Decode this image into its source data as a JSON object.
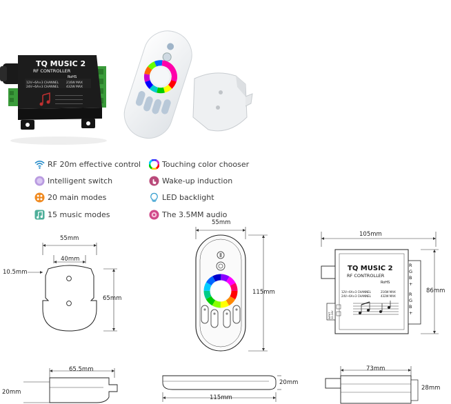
{
  "controller": {
    "brand": "TQ MUSIC 2",
    "subtitle": "RF CONTROLLER",
    "rohs": "RoHS",
    "spec1_left": "12V~6A×3 CHANNEL",
    "spec1_right": "216W MAX",
    "spec2_left": "24V~6A×3 CHANNEL",
    "spec2_right": "432W MAX",
    "spec2_right_drawing": "432W MAX",
    "spec1_right_drawing": "216W MAX",
    "input_label": "INPUT",
    "input_range": "12-24V",
    "terminals": [
      "R",
      "G",
      "B",
      "+",
      "R",
      "G",
      "B",
      "+"
    ]
  },
  "features": [
    {
      "label": "RF 20m effective control",
      "icon": "wifi-icon"
    },
    {
      "label": "Touching color chooser",
      "icon": "color-wheel-icon"
    },
    {
      "label": "Intelligent switch",
      "icon": "switch-icon"
    },
    {
      "label": "Wake-up induction",
      "icon": "hand-icon"
    },
    {
      "label": "20 main modes",
      "icon": "modes-icon"
    },
    {
      "label": "LED backlight",
      "icon": "bulb-icon"
    },
    {
      "label": "15 music modes",
      "icon": "music-icon"
    },
    {
      "label": "The 3.5MM audio",
      "icon": "audio-jack-icon"
    }
  ],
  "dimensions": {
    "holder_width": "55mm",
    "holder_hole_spacing": "40mm",
    "holder_top": "10.5mm",
    "holder_height": "65mm",
    "remote_width": "55mm",
    "remote_height": "115mm",
    "controller_width": "105mm",
    "controller_height": "86mm",
    "holder_side_width": "65.5mm",
    "holder_side_height": "20mm",
    "remote_side_height": "20mm",
    "remote_side_length": "115mm",
    "controller_side_width": "73mm",
    "controller_side_height": "28mm"
  },
  "colors": {
    "controller_body": "#1c1c1c",
    "terminal_green": "#3a9b3a",
    "remote_body": "#f2f4f6",
    "wifi_blue": "#1e88c8",
    "purple": "#b07ad8"
  }
}
